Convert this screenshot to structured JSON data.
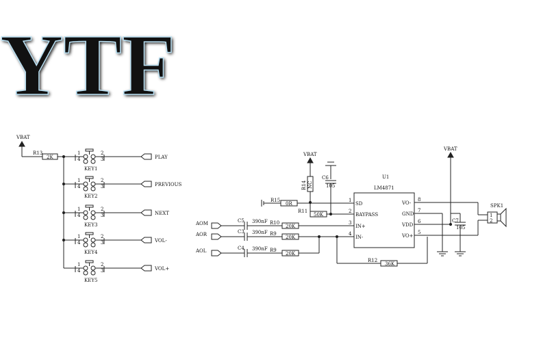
{
  "logo": {
    "text": "YTF",
    "color_light": "#e6f4fb",
    "color_dark": "#7cc3e6"
  },
  "power": {
    "vbat": "VBAT"
  },
  "keys": {
    "r13_ref": "R13",
    "r13_val": "2K",
    "pins": [
      "1",
      "2",
      "4",
      "3"
    ],
    "items": [
      {
        "ref": "KEY1",
        "signal": "PLAY"
      },
      {
        "ref": "KEY2",
        "signal": "PREVIOUS"
      },
      {
        "ref": "KEY3",
        "signal": "NEXT"
      },
      {
        "ref": "KEY4",
        "signal": "VOL-"
      },
      {
        "ref": "KEY5",
        "signal": "VOL+"
      }
    ]
  },
  "amp": {
    "ic_ref": "U1",
    "ic_part": "LM4871",
    "pins_left": [
      {
        "num": "1",
        "name": "SD"
      },
      {
        "num": "2",
        "name": "BAYPASS"
      },
      {
        "num": "3",
        "name": "IN+"
      },
      {
        "num": "4",
        "name": "IN-"
      }
    ],
    "pins_right": [
      {
        "num": "8",
        "name": "VO-"
      },
      {
        "num": "7",
        "name": "GND"
      },
      {
        "num": "6",
        "name": "VDD"
      },
      {
        "num": "5",
        "name": "VO+"
      }
    ],
    "r14": {
      "ref": "R14",
      "val": "NC"
    },
    "c6": {
      "ref": "C6",
      "val": "105"
    },
    "r15": {
      "ref": "R15",
      "val": "0R"
    },
    "r11": {
      "ref": "R11",
      "val": "50K"
    },
    "r10": {
      "ref": "R10",
      "val": "20K"
    },
    "r9a": {
      "ref": "R9",
      "val": "20K"
    },
    "r9b": {
      "ref": "R9",
      "val": "20K"
    },
    "r12": {
      "ref": "R12",
      "val": "36K"
    },
    "c5": {
      "ref": "C5",
      "val": "390nF"
    },
    "c3": {
      "ref": "C3",
      "val": "390nF"
    },
    "c4": {
      "ref": "C4",
      "val": "390nF"
    },
    "c7": {
      "ref": "C7",
      "val": "105"
    },
    "inputs": [
      "AOM",
      "AOR",
      "AOL"
    ],
    "spk": {
      "ref": "SPK1",
      "pin1": "1",
      "pin2": "2"
    }
  }
}
